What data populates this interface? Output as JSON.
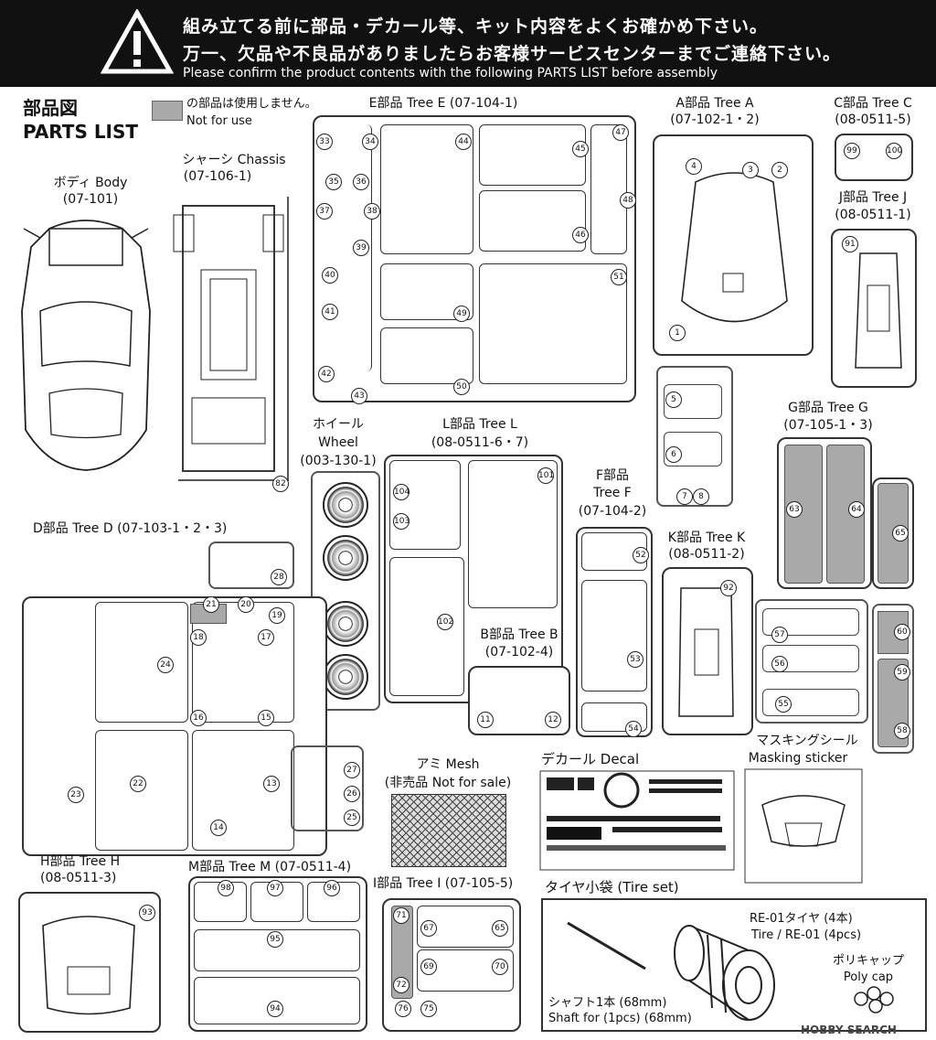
{
  "header": {
    "line1": "組み立てる前に部品・デカール等、キット内容をよくお確かめ下さい。",
    "line2": "万一、欠品や不良品がありましたらお客様サービスセンターまでご連絡下さい。",
    "line3": "Please confirm the product contents with the following PARTS LIST before assembly"
  },
  "title": {
    "jp": "部品図",
    "en": "PARTS LIST"
  },
  "legend": {
    "jp": "の部品は使用しません。",
    "en": "Not for use"
  },
  "body": {
    "label": "ボディ Body",
    "code": "(07-101)"
  },
  "chassis": {
    "label": "シャーシ Chassis",
    "code": "(07-106-1)",
    "num": "82"
  },
  "tree_e": {
    "label": "E部品 Tree E (07-104-1)",
    "nums": [
      "33",
      "34",
      "35",
      "36",
      "37",
      "38",
      "39",
      "40",
      "41",
      "42",
      "43",
      "44",
      "45",
      "46",
      "47",
      "48",
      "49",
      "50",
      "51"
    ]
  },
  "tree_a": {
    "label": "A部品 Tree A",
    "code": "(07-102-1・2)",
    "nums": [
      "4",
      "3",
      "2",
      "1",
      "5",
      "6",
      "7",
      "8"
    ]
  },
  "tree_c": {
    "label": "C部品 Tree C",
    "code": "(08-0511-5)",
    "nums": [
      "99",
      "100"
    ]
  },
  "tree_j": {
    "label": "J部品 Tree J",
    "code": "(08-0511-1)",
    "nums": [
      "91"
    ]
  },
  "tree_g": {
    "label": "G部品 Tree G",
    "code": "(07-105-1・3)",
    "nums": [
      "63",
      "64",
      "65",
      "57",
      "56",
      "55",
      "60",
      "59",
      "58"
    ]
  },
  "wheel": {
    "label1": "ホイール",
    "label2": "Wheel",
    "code": "(003-130-1)"
  },
  "tree_l": {
    "label": "L部品 Tree L",
    "code": "(08-0511-6・7)",
    "nums": [
      "104",
      "103",
      "101",
      "102"
    ]
  },
  "tree_f": {
    "label1": "F部品",
    "label2": "Tree F",
    "code": "(07-104-2)",
    "nums": [
      "52",
      "53",
      "54"
    ]
  },
  "tree_k": {
    "label": "K部品 Tree K",
    "code": "(08-0511-2)",
    "nums": [
      "92"
    ]
  },
  "tree_b": {
    "label": "B部品 Tree B",
    "code": "(07-102-4)",
    "nums": [
      "11",
      "12"
    ]
  },
  "tree_d": {
    "label": "D部品 Tree D (07-103-1・2・3)",
    "nums": [
      "28",
      "21",
      "20",
      "19",
      "18",
      "17",
      "24",
      "16",
      "15",
      "22",
      "23",
      "14",
      "13",
      "27",
      "26",
      "25"
    ]
  },
  "mesh": {
    "label1": "アミ Mesh",
    "label2": "(非売品 Not for sale)"
  },
  "decal": {
    "label": "デカール Decal"
  },
  "masking": {
    "label1": "マスキングシール",
    "label2": "Masking sticker"
  },
  "tree_h": {
    "label": "H部品 Tree H",
    "code": "(08-0511-3)",
    "nums": [
      "93"
    ]
  },
  "tree_m": {
    "label": "M部品 Tree M (07-0511-4)",
    "nums": [
      "98",
      "97",
      "96",
      "95",
      "94"
    ]
  },
  "tree_i": {
    "label": "I部品 Tree I (07-105-5)",
    "nums": [
      "71",
      "67",
      "65",
      "69",
      "70",
      "72",
      "76",
      "75"
    ]
  },
  "tire_set": {
    "label": "タイヤ小袋 (Tire set)",
    "tire_jp": "RE-01タイヤ (4本)",
    "tire_en": "Tire / RE-01 (4pcs)",
    "cap_jp": "ポリキャップ",
    "cap_en": "Poly cap",
    "shaft_jp": "シャフト1本 (68mm)",
    "shaft_en": "Shaft for (1pcs) (68mm)"
  },
  "watermark": "HOBBY SEARCH",
  "colors": {
    "unused_gray": "#a9a9a9",
    "header_bg": "#111111"
  }
}
